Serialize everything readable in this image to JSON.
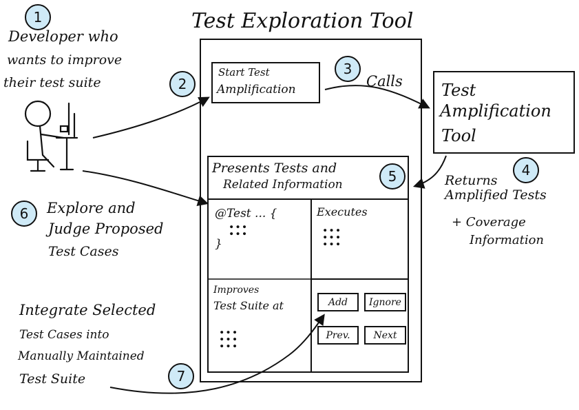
{
  "title": "Test Exploration Tool",
  "steps": {
    "s1": "1",
    "s2": "2",
    "s3": "3",
    "s4": "4",
    "s5": "5",
    "s6": "6",
    "s7": "7"
  },
  "developer": {
    "line1": "Developer who",
    "line2": "wants to improve",
    "line3": "their test suite"
  },
  "start_button": {
    "line1": "Start Test",
    "line2": "Amplification"
  },
  "calls_label": "Calls",
  "amplification_tool": {
    "line1": "Test",
    "line2": "Amplification",
    "line3": "Tool"
  },
  "returns": {
    "line1": "Returns",
    "line2": "Amplified Tests",
    "line3": "+ Coverage",
    "line4": "Information"
  },
  "explore": {
    "line1": "Explore and",
    "line2": "Judge Proposed",
    "line3": "Test Cases"
  },
  "integrate": {
    "line1": "Integrate Selected",
    "line2": "Test Cases into",
    "line3": "Manually Maintained",
    "line4": "Test Suite"
  },
  "panel": {
    "title_line1": "Presents Tests and",
    "title_line2": "Related Information",
    "test_code_line1": "@Test ... {",
    "test_code_close": "}",
    "executes": "Executes",
    "improves_line1": "Improves",
    "improves_line2": "Test Suite at",
    "buttons": {
      "add": "Add",
      "ignore": "Ignore",
      "prev": "Prev.",
      "next": "Next"
    }
  },
  "icons": [
    "developer-at-desk-icon"
  ],
  "colors": {
    "badge_fill": "#cfeaf7",
    "ink": "#111111"
  }
}
